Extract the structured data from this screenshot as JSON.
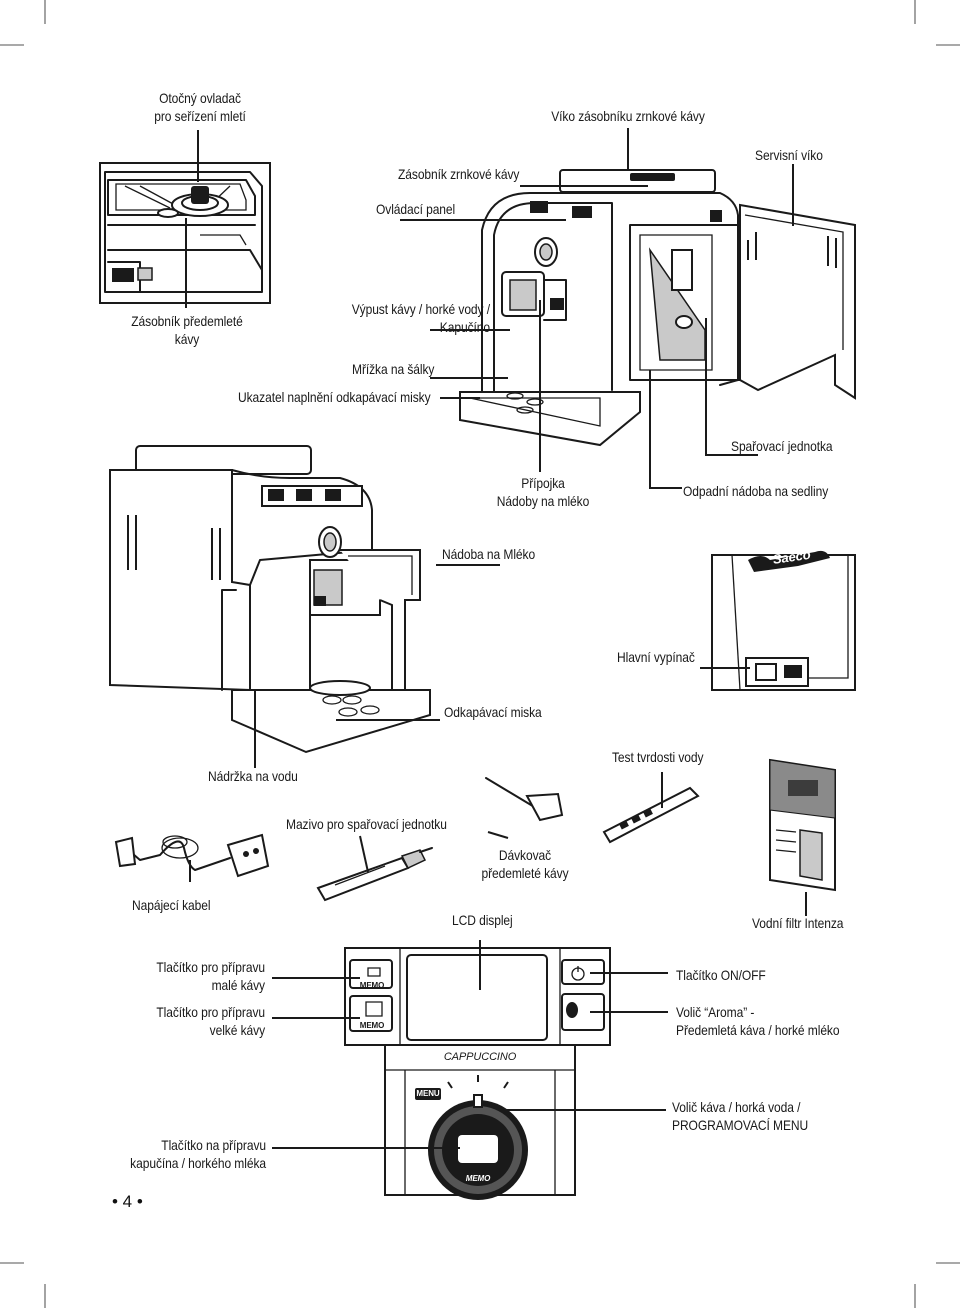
{
  "labels": {
    "grinder_knob": "Otočný ovladač\npro seřízení mletí",
    "bean_lid": "Víko zásobníku zrnkové kávy",
    "service_door": "Servisní víko",
    "bean_hopper": "Zásobník zrnkové kávy",
    "control_panel": "Ovládací panel",
    "preground_doser": "Zásobník předemleté\nkávy",
    "dispenser": "Výpust kávy / horké vody /\nKapučíno",
    "cup_grill": "Mřížka na šálky",
    "drip_indicator": "Ukazatel naplnění odkapávací misky",
    "brew_group": "Spařovací jednotka",
    "milk_connector": "Přípojka\nNádoby na mléko",
    "grounds_drawer": "Odpadní nádoba na sedliny",
    "milk_carafe": "Nádoba na Mléko",
    "main_switch": "Hlavní vypínač",
    "drip_tray": "Odkapávací miska",
    "water_tank": "Nádržka na vodu",
    "hardness_test": "Test tvrdosti vody",
    "grease": "Mazivo pro spařovací jednotku",
    "measuring_scoop": "Dávkovač\npředemleté kávy",
    "power_cord": "Napájecí kabel",
    "lcd": "LCD displej",
    "intenza_filter": "Vodní filtr Intenza",
    "small_coffee": "Tlačítko pro přípravu\nmalé kávy",
    "large_coffee": "Tlačítko pro přípravu\nvelké kávy",
    "on_off": "Tlačítko ON/OFF",
    "aroma": "Volič “Aroma” -\nPředemletá káva / horké mléko",
    "selector": "Volič káva / horká voda /\nPROGRAMOVACÍ MENU",
    "cappuccino_button": "Tlačítko na přípravu\nkapučína / horkého mléka"
  },
  "panel_text": {
    "memo_small": "MEMO",
    "memo_large": "MEMO",
    "cappuccino": "CAPPUCCINO",
    "menu": "MENU",
    "memo_dial": "MEMO"
  },
  "brand": "Saeco",
  "page_number": "• 4 •"
}
